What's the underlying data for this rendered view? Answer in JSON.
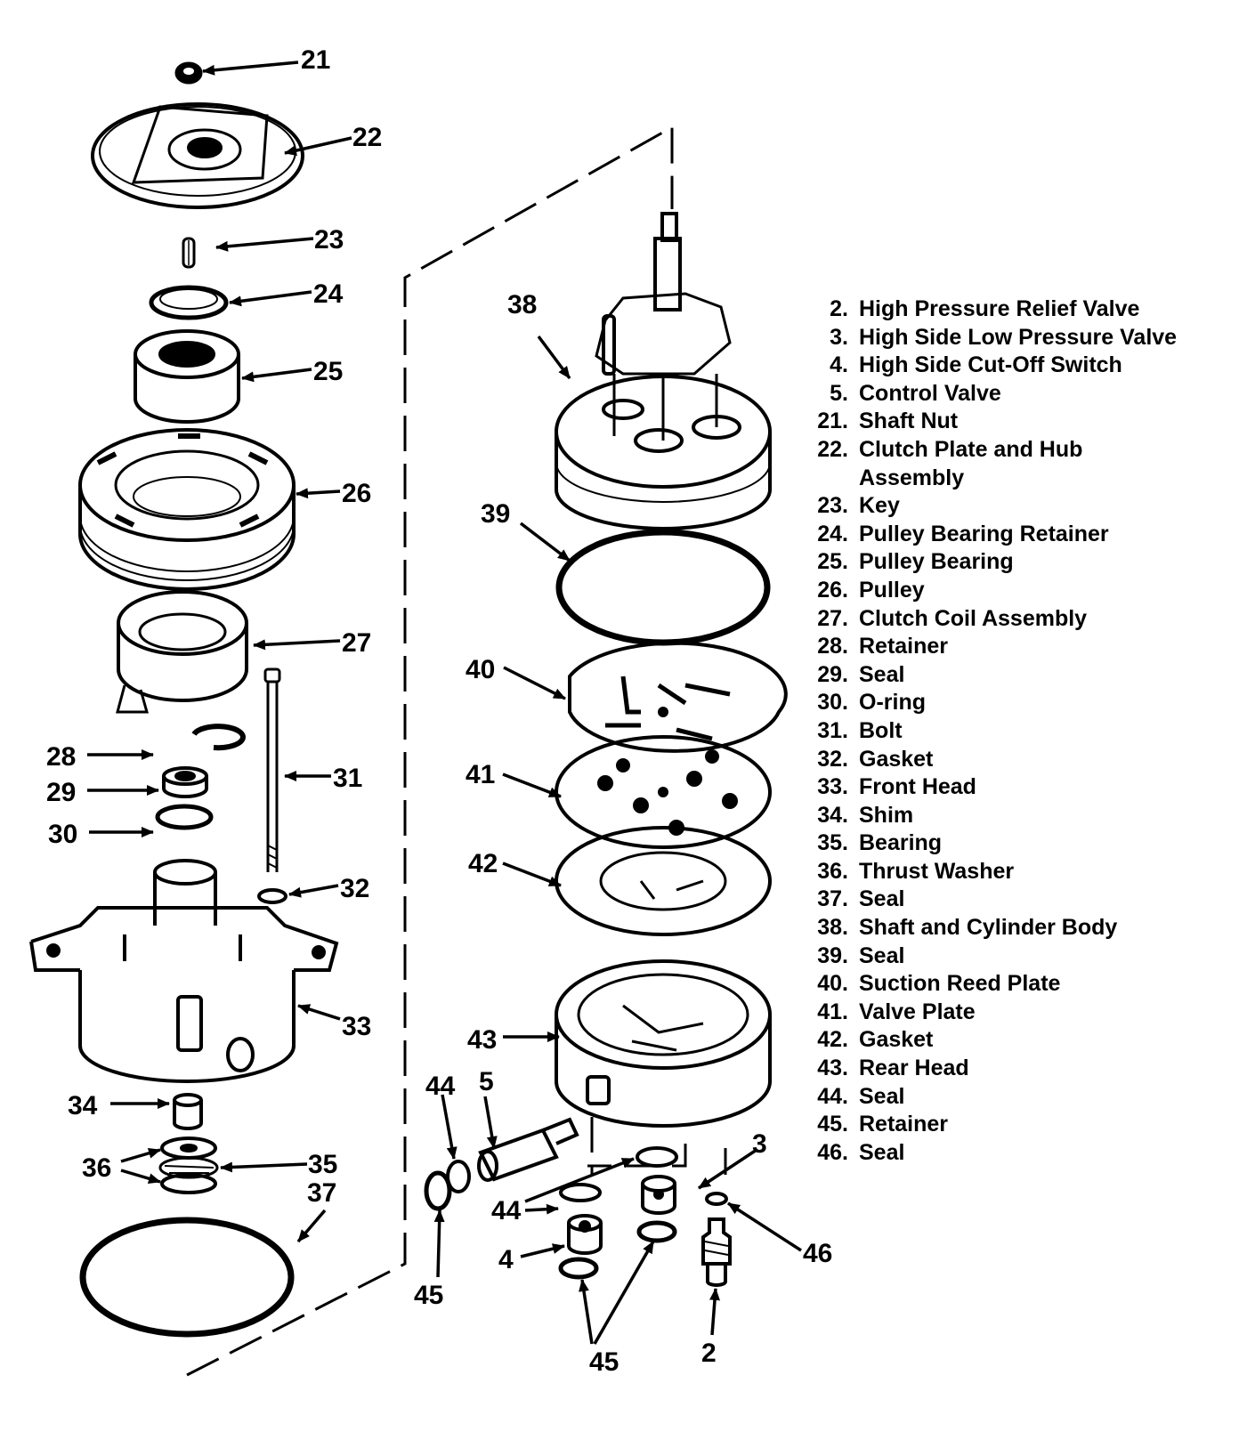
{
  "callouts": {
    "c21": "21",
    "c22": "22",
    "c23": "23",
    "c24": "24",
    "c25": "25",
    "c26": "26",
    "c27": "27",
    "c28": "28",
    "c29": "29",
    "c30": "30",
    "c31": "31",
    "c32": "32",
    "c33": "33",
    "c34": "34",
    "c35": "35",
    "c36": "36",
    "c37": "37",
    "c38": "38",
    "c39": "39",
    "c40": "40",
    "c41": "41",
    "c42": "42",
    "c43": "43",
    "c44a": "44",
    "c44b": "44",
    "c5": "5",
    "c3": "3",
    "c4": "4",
    "c46": "46",
    "c2": "2",
    "c45a": "45",
    "c45b": "45"
  },
  "legend": [
    {
      "num": "2.",
      "label": "High Pressure Relief Valve"
    },
    {
      "num": "3.",
      "label": "High Side Low Pressure Valve"
    },
    {
      "num": "4.",
      "label": "High Side Cut-Off Switch"
    },
    {
      "num": "5.",
      "label": "Control Valve"
    },
    {
      "num": "21.",
      "label": "Shaft Nut"
    },
    {
      "num": "22.",
      "label": "Clutch Plate and Hub"
    },
    {
      "num": "",
      "label": "Assembly"
    },
    {
      "num": "23.",
      "label": "Key"
    },
    {
      "num": "24.",
      "label": "Pulley Bearing Retainer"
    },
    {
      "num": "25.",
      "label": "Pulley Bearing"
    },
    {
      "num": "26.",
      "label": "Pulley"
    },
    {
      "num": "27.",
      "label": "Clutch Coil Assembly"
    },
    {
      "num": "28.",
      "label": "Retainer"
    },
    {
      "num": "29.",
      "label": "Seal"
    },
    {
      "num": "30.",
      "label": "O-ring"
    },
    {
      "num": "31.",
      "label": "Bolt"
    },
    {
      "num": "32.",
      "label": "Gasket"
    },
    {
      "num": "33.",
      "label": "Front Head"
    },
    {
      "num": "34.",
      "label": "Shim"
    },
    {
      "num": "35.",
      "label": "Bearing"
    },
    {
      "num": "36.",
      "label": "Thrust Washer"
    },
    {
      "num": "37.",
      "label": "Seal"
    },
    {
      "num": "38.",
      "label": "Shaft and Cylinder Body"
    },
    {
      "num": "39.",
      "label": "Seal"
    },
    {
      "num": "40.",
      "label": "Suction Reed Plate"
    },
    {
      "num": "41.",
      "label": "Valve Plate"
    },
    {
      "num": "42.",
      "label": "Gasket"
    },
    {
      "num": "43.",
      "label": "Rear Head"
    },
    {
      "num": "44.",
      "label": "Seal"
    },
    {
      "num": "45.",
      "label": "Retainer"
    },
    {
      "num": "46.",
      "label": "Seal"
    }
  ]
}
